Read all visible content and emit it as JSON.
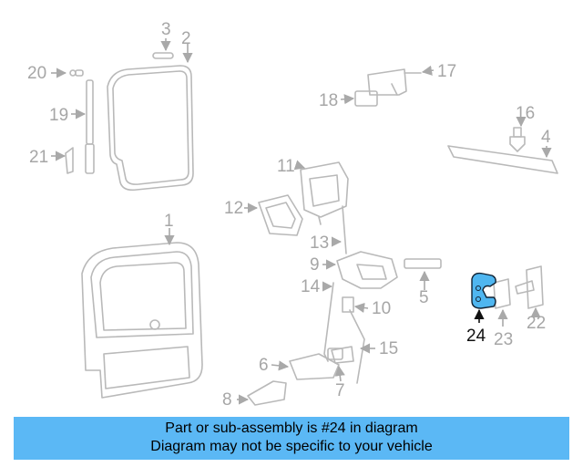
{
  "diagram": {
    "highlight_color": "#4fb6f0",
    "callouts": [
      "1",
      "2",
      "3",
      "4",
      "5",
      "6",
      "7",
      "8",
      "9",
      "10",
      "11",
      "12",
      "13",
      "14",
      "15",
      "16",
      "17",
      "18",
      "19",
      "20",
      "21",
      "22",
      "23",
      "24"
    ],
    "highlighted_part": "24"
  },
  "banner": {
    "line1": "Part or sub-assembly is #24 in diagram",
    "line2": "Diagram may not be specific to your vehicle",
    "background": "#5bb8f5"
  }
}
